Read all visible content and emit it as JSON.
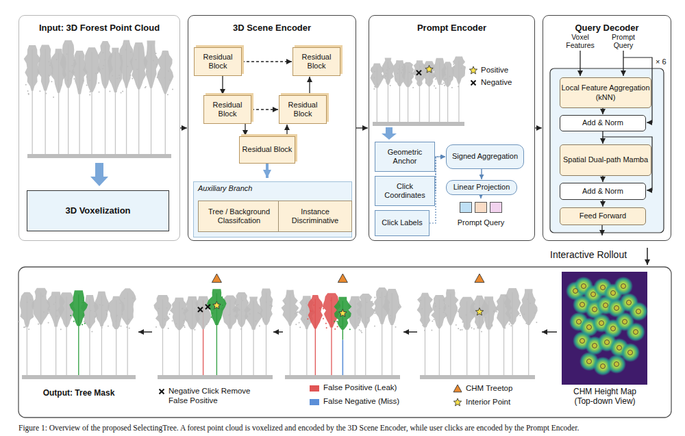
{
  "diagram": {
    "caption": "Figure 1: Overview of the proposed SelectingTree. A forest point cloud is voxelized and encoded by the 3D Scene Encoder, while user clicks are encoded by the Prompt Encoder.",
    "nodes": [
      {
        "text": [
          "Input: 3D Forest Point Cloud"
        ]
      },
      {
        "text": [
          "3D Voxelization"
        ],
        "in": 0
      },
      {
        "text": [
          "3D Scene Encoder"
        ]
      },
      {
        "text": [
          "Residual Block"
        ],
        "in": 2
      },
      {
        "text": [
          "Residual Block"
        ],
        "in": 2
      },
      {
        "text": [
          "Residual Block"
        ],
        "in": 2
      },
      {
        "text": [
          "Residual Block"
        ],
        "in": 2
      },
      {
        "text": [
          "Residual Block"
        ],
        "in": 2
      },
      {
        "text": [
          "Auxiliary Branch"
        ],
        "in": 2
      },
      {
        "text": [
          "Tree / Background Classifcation"
        ],
        "in": 8
      },
      {
        "text": [
          "Instance Discriminative"
        ],
        "in": 8
      },
      {
        "text": [
          "Prompt Encoder"
        ]
      },
      {
        "text": [
          "Geometric Anchor"
        ],
        "in": 11
      },
      {
        "text": [
          "Signed Aggregation"
        ],
        "in": 11
      },
      {
        "text": [
          "Click Coordinates"
        ],
        "in": 11
      },
      {
        "text": [
          "Linear Projection"
        ],
        "in": 11
      },
      {
        "text": [
          "Click Labels"
        ],
        "in": 11
      },
      {
        "text": [
          "Prompt Query"
        ],
        "in": 11
      },
      {
        "text": [
          "Query Decoder"
        ]
      },
      {
        "text": [
          "Local Feature Aggregation (kNN)"
        ],
        "in": 18
      },
      {
        "text": [
          "Add & Norm"
        ],
        "in": 18
      },
      {
        "text": [
          "Spatial Dual-path Mamba"
        ],
        "in": 18
      },
      {
        "text": [
          "Add & Norm"
        ],
        "in": 18
      },
      {
        "text": [
          "Feed Forward"
        ],
        "in": 18
      }
    ],
    "edges": [
      {
        "from": 0,
        "to": 2,
        "arrow": "to"
      },
      {
        "from": 2,
        "to": 11,
        "arrow": "to"
      },
      {
        "from": 11,
        "to": 18,
        "arrow": "to"
      },
      {
        "from": 3,
        "to": 5,
        "arrow": "to"
      },
      {
        "from": 5,
        "to": 7,
        "arrow": "to"
      },
      {
        "from": 7,
        "to": 6,
        "arrow": "to"
      },
      {
        "from": 6,
        "to": 4,
        "arrow": "to"
      },
      {
        "from": 3,
        "to": 4,
        "arrow": "to"
      },
      {
        "from": 5,
        "to": 6,
        "arrow": "to"
      },
      {
        "from": 7,
        "to": 8,
        "arrow": "to"
      },
      {
        "from": 12,
        "to": 13,
        "arrow": "to"
      },
      {
        "from": 14,
        "to": 13,
        "arrow": "to"
      },
      {
        "from": 16,
        "to": 13,
        "arrow": "to"
      },
      {
        "from": 13,
        "to": 15,
        "arrow": "to"
      },
      {
        "from": 15,
        "to": 17,
        "arrow": "to"
      },
      {
        "from": 19,
        "to": 20,
        "arrow": "to"
      },
      {
        "from": 20,
        "to": 21,
        "arrow": "to"
      },
      {
        "from": 21,
        "to": 22,
        "arrow": "to"
      },
      {
        "from": 22,
        "to": 23,
        "arrow": "to"
      }
    ],
    "labels": [
      "Voxel Features",
      "Prompt Query",
      "× 6",
      "Interactive Rollout",
      "Output: Tree Mask",
      "CHM Height Map (Top-down View)"
    ],
    "legend": [
      {
        "text": "Positive"
      },
      {
        "text": "Negative"
      },
      {
        "text": "Negative Click Remove False Positive"
      },
      {
        "text": "False Positive (Leak)",
        "color": "#e05555"
      },
      {
        "text": "False Negative (Miss)",
        "color": "#5b8fd8"
      },
      {
        "text": "CHM Treetop"
      },
      {
        "text": "Interior Point"
      }
    ]
  }
}
